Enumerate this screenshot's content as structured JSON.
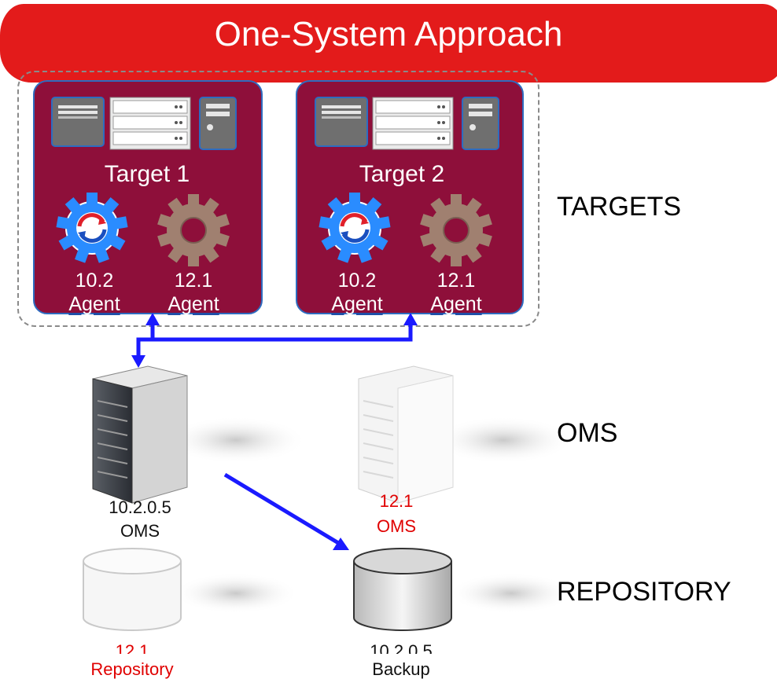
{
  "banner": {
    "title": "One-System Approach",
    "color": "#e31b1b"
  },
  "targets": [
    {
      "name": "Target 1",
      "agents": [
        {
          "version": "10.2",
          "label": "Agent"
        },
        {
          "version": "12.1",
          "label": "Agent"
        }
      ]
    },
    {
      "name": "Target 2",
      "agents": [
        {
          "version": "10.2",
          "label": "Agent"
        },
        {
          "version": "12.1",
          "label": "Agent"
        }
      ]
    }
  ],
  "tiers": {
    "targets": "TARGETS",
    "oms": "OMS",
    "repository": "REPOSITORY"
  },
  "oms_servers": [
    {
      "version": "10.2.0.5",
      "label": "OMS"
    },
    {
      "version": "12.1",
      "label": "OMS"
    }
  ],
  "repositories": [
    {
      "version": "12.1",
      "label": "Repository"
    },
    {
      "version": "10.2.0.5",
      "label": "Backup"
    }
  ],
  "colors": {
    "target_box": "#8e0f3a",
    "arrow": "#1a1aff",
    "new_version": "#e00000",
    "new_agent_gear": "#1e90ff",
    "old_agent_gear": "#a08070"
  },
  "icons": [
    "server-icon",
    "rack-server-icon",
    "tower-server-icon",
    "sync-gear-icon",
    "gear-icon",
    "database-icon"
  ]
}
